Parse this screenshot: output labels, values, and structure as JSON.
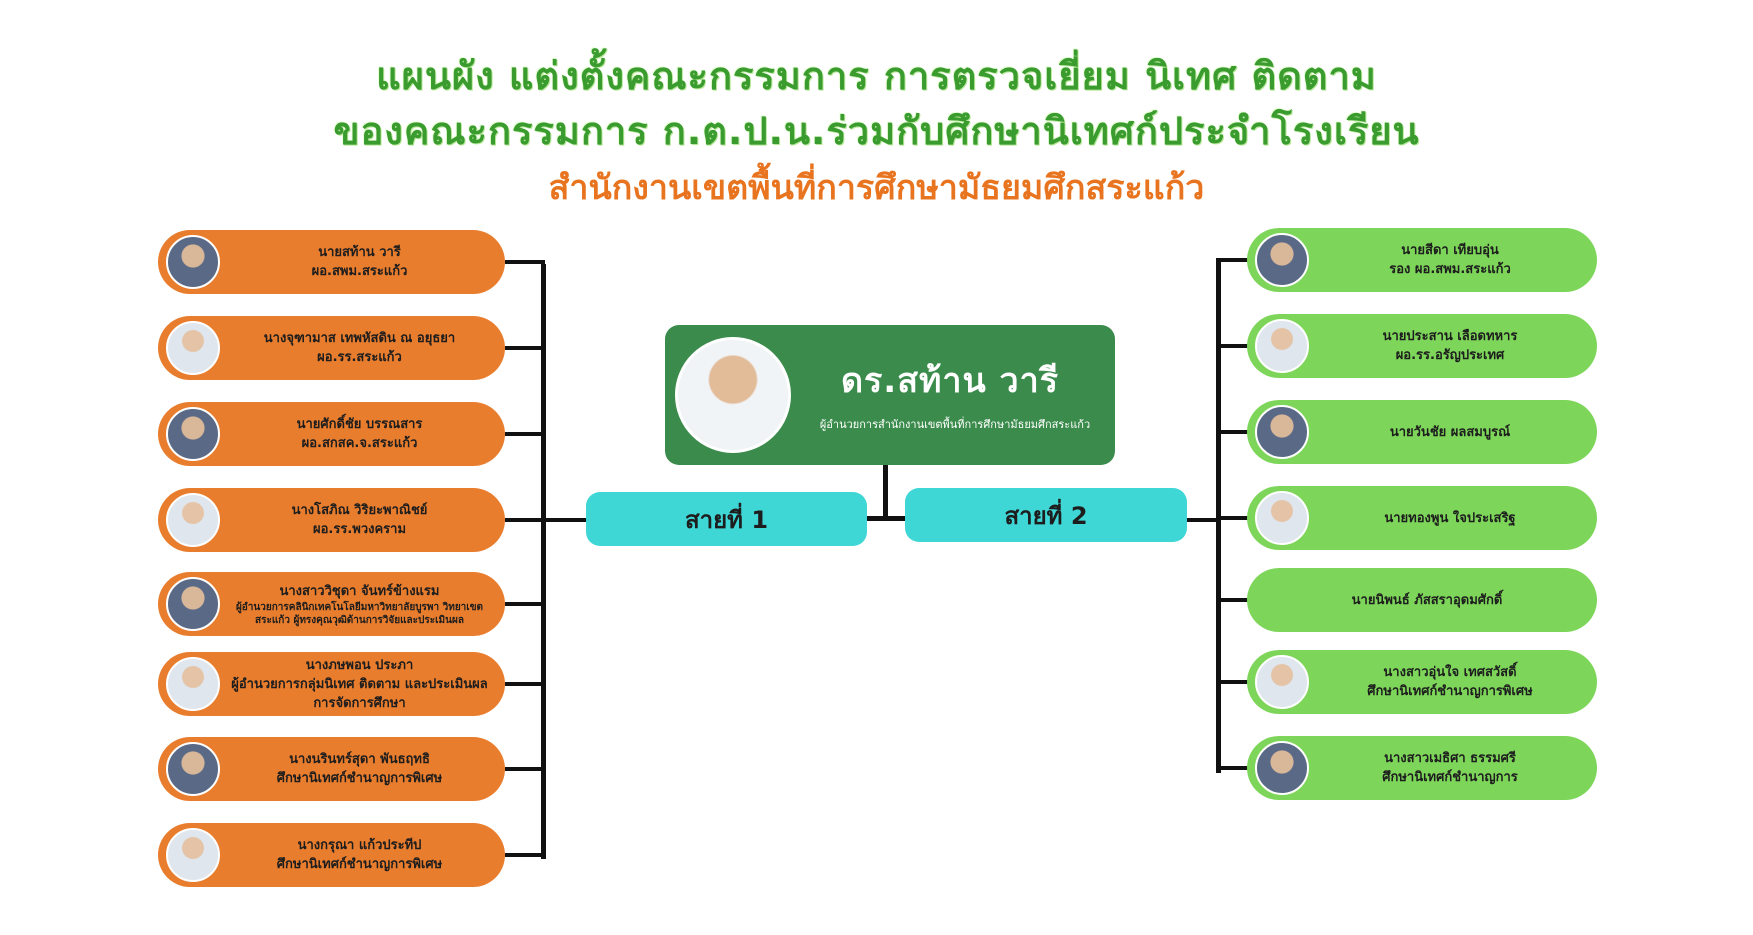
{
  "header": {
    "line1": "แผนผัง แต่งตั้งคณะกรรมการ การตรวจเยี่ยม นิเทศ ติดตาม",
    "line2": "ของคณะกรรมการ ก.ต.ป.น.ร่วมกับศึกษานิเทศก์ประจำโรงเรียน",
    "line3": "สำนักงานเขตพื้นที่การศึกษามัธยมศึกสระแก้ว"
  },
  "center": {
    "name": "ดร.สท้าน วารี",
    "role": "ผู้อำนวยการสำนักงานเขตพื้นที่การศึกษามัธยมศึกสระแก้ว"
  },
  "branches": {
    "left": "สายที่ 1",
    "right": "สายที่ 2"
  },
  "left_members": [
    {
      "lines": [
        "นายสท้าน วารี",
        "ผอ.สพม.สระแก้ว"
      ]
    },
    {
      "lines": [
        "นางจุฑามาส เทพหัสดิน ณ อยุธยา",
        "ผอ.รร.สระแก้ว"
      ]
    },
    {
      "lines": [
        "นายศักดิ์ชัย บรรณสาร",
        "ผอ.สกสค.จ.สระแก้ว"
      ]
    },
    {
      "lines": [
        "นางโสภิณ วิริยะพาณิชย์",
        "ผอ.รร.พวงคราม"
      ]
    },
    {
      "lines": [
        "นางสาววิชุดา จันทร์ข้างแรม",
        "ผู้อำนวยการคลินิกเทคโนโลยีมหาวิทยาลัยบูรพา วิทยาเขต",
        "สระแก้ว ผู้ทรงคุณวุฒิด้านการวิจัยและประเมินผล"
      ]
    },
    {
      "lines": [
        "นางภษพอน ประภา",
        "ผู้อำนวยการกลุ่มนิเทศ ติดตาม และประเมินผล",
        "การจัดการศึกษา"
      ]
    },
    {
      "lines": [
        "นางนรินทร์สุดา พันธฤทธิ",
        "ศึกษานิเทศก์ชำนาญการพิเศษ"
      ]
    },
    {
      "lines": [
        "นางกรุณา   แก้วประทีป",
        "ศึกษานิเทศก์ชำนาญการพิเศษ"
      ]
    }
  ],
  "right_members": [
    {
      "lines": [
        "นายสีดา เทียบอุ่น",
        "รอง ผอ.สพม.สระแก้ว"
      ]
    },
    {
      "lines": [
        "นายประสาน เลือดทหาร",
        "ผอ.รร.อรัญประเทศ"
      ]
    },
    {
      "lines": [
        "นายวันชัย ผลสมบูรณ์"
      ]
    },
    {
      "lines": [
        "นายทองพูน ใจประเสริฐ"
      ]
    },
    {
      "lines": [
        "นายนิพนธ์ ภัสสราอุดมศักดิ์"
      ]
    },
    {
      "lines": [
        "นางสาวอุ่นใจ เทศสวัสดิ์",
        "ศึกษานิเทศก์ชำนาญการพิเศษ"
      ]
    },
    {
      "lines": [
        "นางสาวเมธิศา ธรรมศรี",
        "ศึกษานิเทศก์ชำนาญการ"
      ]
    }
  ],
  "colors": {
    "title_green": "#3a9b2e",
    "title_orange": "#e8741f",
    "left_pill": "#e97d2e",
    "right_pill": "#7dd65a",
    "center_box": "#3b8c4c",
    "branch_box": "#3fd6d6"
  }
}
